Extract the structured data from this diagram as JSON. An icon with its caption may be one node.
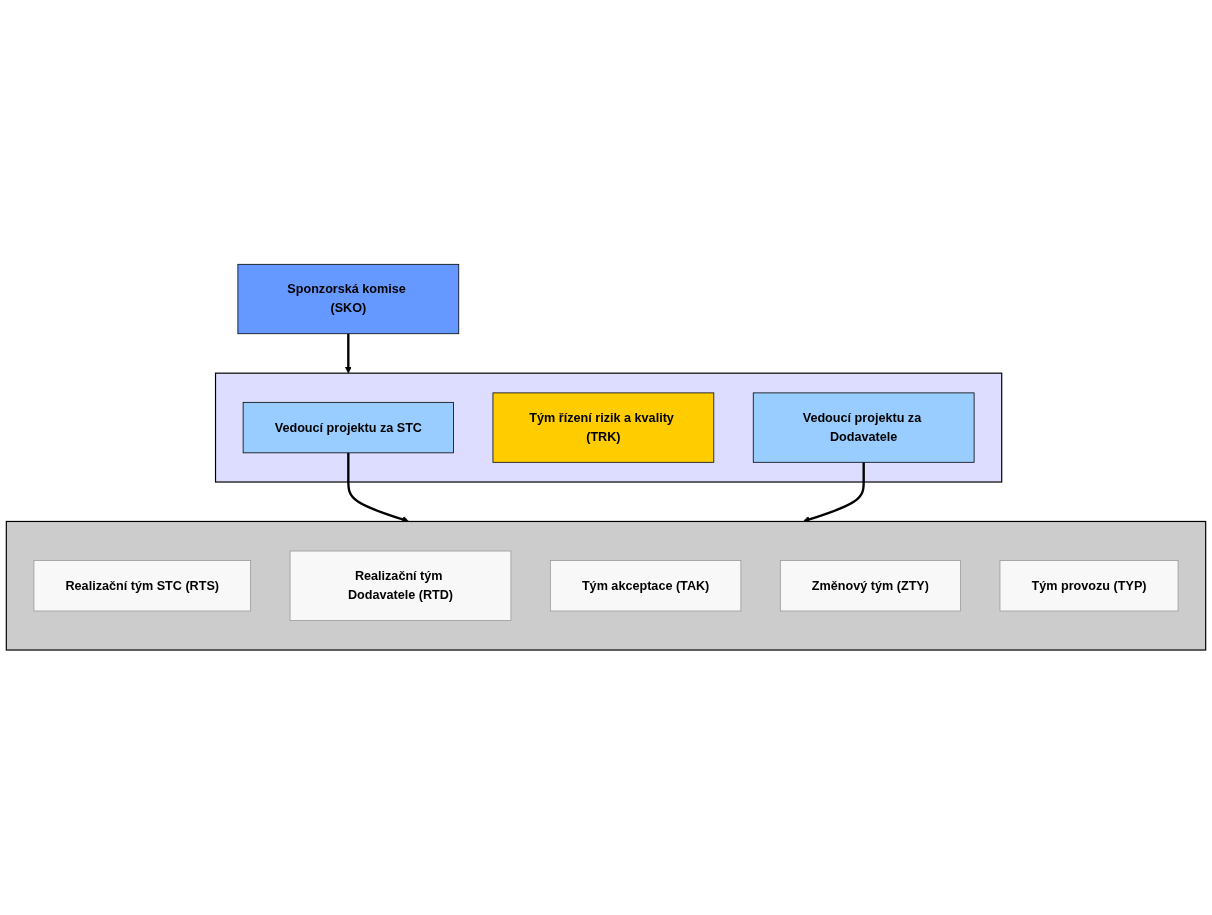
{
  "diagram": {
    "nodes": [
      {
        "text": [
          "Sponzorská komise (SKO)"
        ]
      },
      {
        "text": [],
        "shape": "box"
      },
      {
        "text": [
          "Vedoucí projektu za STC"
        ],
        "in": 1
      },
      {
        "text": [
          "Tým řízení rizik a kvality (TRK)"
        ],
        "in": 1
      },
      {
        "text": [
          "Vedoucí projektu za Dodavatele"
        ],
        "in": 1
      },
      {
        "text": [],
        "shape": "box"
      },
      {
        "text": [
          "Realizační tým STC (RTS)"
        ],
        "in": 5
      },
      {
        "text": [
          "Realizační tým Dodavatele (RTD)"
        ],
        "in": 5
      },
      {
        "text": [
          "Tým akceptace (TAK)"
        ],
        "in": 5
      },
      {
        "text": [
          "Změnový tým (ZTY)"
        ],
        "in": 5
      },
      {
        "text": [
          "Tým provozu (TYP)"
        ],
        "in": 5
      }
    ],
    "edges": [
      {
        "from": 0,
        "to": 1,
        "arrow": "to"
      },
      {
        "from": 2,
        "to": 5,
        "arrow": "to"
      },
      {
        "from": 4,
        "to": 5,
        "arrow": "to"
      }
    ]
  }
}
